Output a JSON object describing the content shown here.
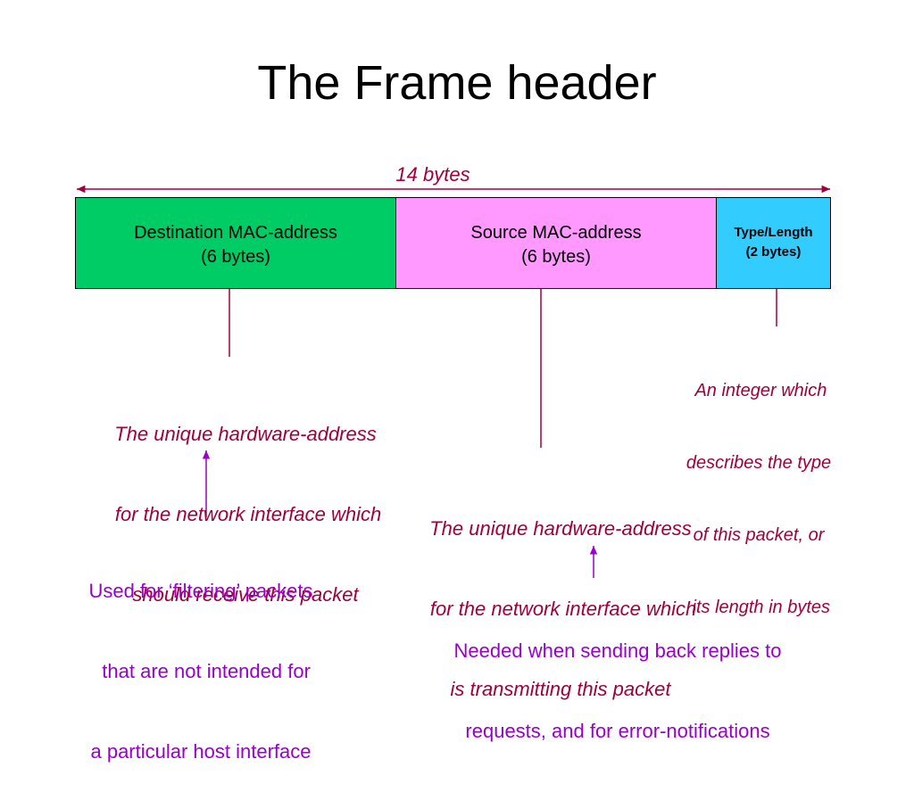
{
  "title": "The Frame header",
  "span_label": "14 bytes",
  "fields": {
    "destination": {
      "line1": "Destination MAC-address",
      "line2": "(6 bytes)"
    },
    "source": {
      "line1": "Source MAC-address",
      "line2": "(6 bytes)"
    },
    "type": {
      "line1": "Type/Length",
      "line2": "(2 bytes)"
    }
  },
  "notes": {
    "destination": [
      "The unique hardware-address",
      " for the network interface which",
      "should receive this packet"
    ],
    "source": [
      "The unique hardware-address",
      " for the network interface which",
      "is transmitting this packet"
    ],
    "type": [
      " An integer which",
      "describes the type",
      "of this packet, or",
      " its length in bytes"
    ]
  },
  "uses": {
    "destination": [
      "Used for ‘filtering’ packets",
      "  that are not intended for",
      "a particular host interface"
    ],
    "source": [
      "Needed when sending back replies to",
      "requests, and for error-notifications"
    ]
  },
  "colors": {
    "destination_field": "#00cc66",
    "source_field": "#ff99ff",
    "type_field": "#33ccff",
    "note_text": "#a0003c",
    "use_text": "#9900cc"
  }
}
